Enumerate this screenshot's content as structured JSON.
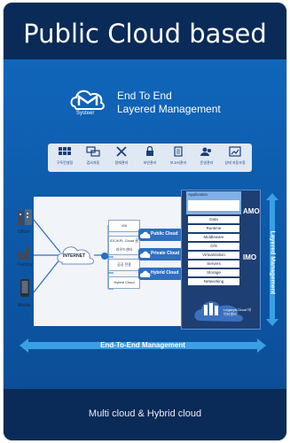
{
  "title": "Public Cloud based",
  "brand": {
    "logo_text": "Systeer",
    "line1": "End To End",
    "line2": "Layered Management"
  },
  "toolbar": {
    "items": [
      {
        "label": "구독컨설팅",
        "icon": "grid-icon"
      },
      {
        "label": "검사자동",
        "icon": "chat-icon"
      },
      {
        "label": "장애관리",
        "icon": "tools-icon"
      },
      {
        "label": "보안관리",
        "icon": "lock-icon"
      },
      {
        "label": "보고서관리",
        "icon": "document-icon"
      },
      {
        "label": "운영관리",
        "icon": "people-icon"
      },
      {
        "label": "상태 자동조정",
        "icon": "chart-icon"
      }
    ]
  },
  "endpoints": [
    {
      "label": "Office"
    },
    {
      "label": "Factory"
    },
    {
      "label": "Mobile"
    }
  ],
  "internet_label": "INTERNET",
  "cloud_services": [
    {
      "label": "VDI"
    },
    {
      "label": "IDC/KPL.Cloud 클라우드센터"
    },
    {
      "label": "공공 전용"
    },
    {
      "label": "Hybrid Cloud"
    }
  ],
  "cloud_types": [
    {
      "label": "Public Cloud"
    },
    {
      "label": "Private Cloud"
    },
    {
      "label": "Hybrid Cloud"
    }
  ],
  "stack": {
    "application": "Application",
    "layers": [
      "Data",
      "Runtime",
      "Middleware",
      "O/S",
      "Virtualization",
      "Servers",
      "Storage",
      "Networking"
    ],
    "amo": "AMO",
    "imo": "IMO",
    "datacenter": "Legacy&Cloud 데이터센터"
  },
  "layered_management": "Layered Management",
  "end_to_end": "End-To-End Management",
  "footer": "Multi cloud & Hybrid cloud",
  "colors": {
    "title_bg": "#0a2a57",
    "body_blue": "#1066ba",
    "arrow_blue": "#3aa0e6",
    "stack_bg": "#1e3f73"
  }
}
